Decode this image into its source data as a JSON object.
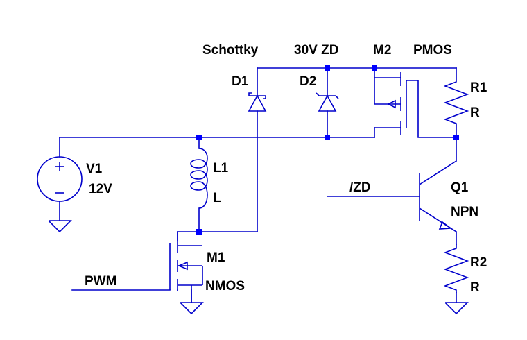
{
  "components": {
    "d1": {
      "name": "D1",
      "value": "Schottky"
    },
    "d2": {
      "name": "D2",
      "value": "30V ZD"
    },
    "m2": {
      "name": "M2",
      "value": "PMOS"
    },
    "r1": {
      "name": "R1",
      "value": "R"
    },
    "v1": {
      "name": "V1",
      "value": "12V"
    },
    "l1": {
      "name": "L1",
      "value": "L"
    },
    "q1": {
      "name": "Q1",
      "value": "NPN"
    },
    "m1": {
      "name": "M1",
      "value": "NMOS"
    },
    "r2": {
      "name": "R2",
      "value": "R"
    }
  },
  "nets": {
    "zd": "/ZD",
    "pwm": "PWM"
  },
  "colors": {
    "wire": "#0000cc",
    "junction": "#0000ff",
    "text": "#000000",
    "background": "#ffffff"
  }
}
